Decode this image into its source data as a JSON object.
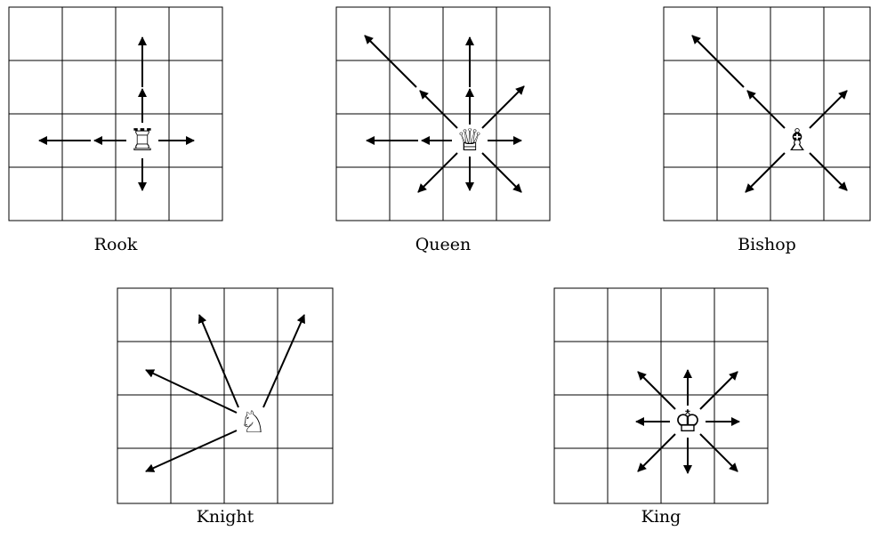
{
  "panels": [
    {
      "id": "rook",
      "caption": "Rook",
      "symbol": "♖",
      "icon": "rook-icon",
      "moves": [
        "left",
        "left",
        "right",
        "up",
        "up",
        "down"
      ]
    },
    {
      "id": "queen",
      "caption": "Queen",
      "symbol": "♕",
      "icon": "queen-icon",
      "moves": [
        "left",
        "left",
        "up",
        "up",
        "up-left",
        "up-left",
        "up-right",
        "right",
        "down-right",
        "down",
        "down-left"
      ]
    },
    {
      "id": "bishop",
      "caption": "Bishop",
      "symbol": "♗",
      "icon": "bishop-icon",
      "moves": [
        "up-left",
        "up-left",
        "up-right",
        "down-right",
        "down-left"
      ]
    },
    {
      "id": "knight",
      "caption": "Knight",
      "symbol": "♘",
      "icon": "knight-icon",
      "moves": [
        "two-up-one-left",
        "two-up-one-right",
        "two-left-one-up",
        "two-left-one-down"
      ]
    },
    {
      "id": "king",
      "caption": "King",
      "symbol": "♔",
      "icon": "king-icon",
      "moves": [
        "up",
        "up-right",
        "right",
        "down-right",
        "down",
        "down-left",
        "left",
        "up-left"
      ]
    }
  ]
}
